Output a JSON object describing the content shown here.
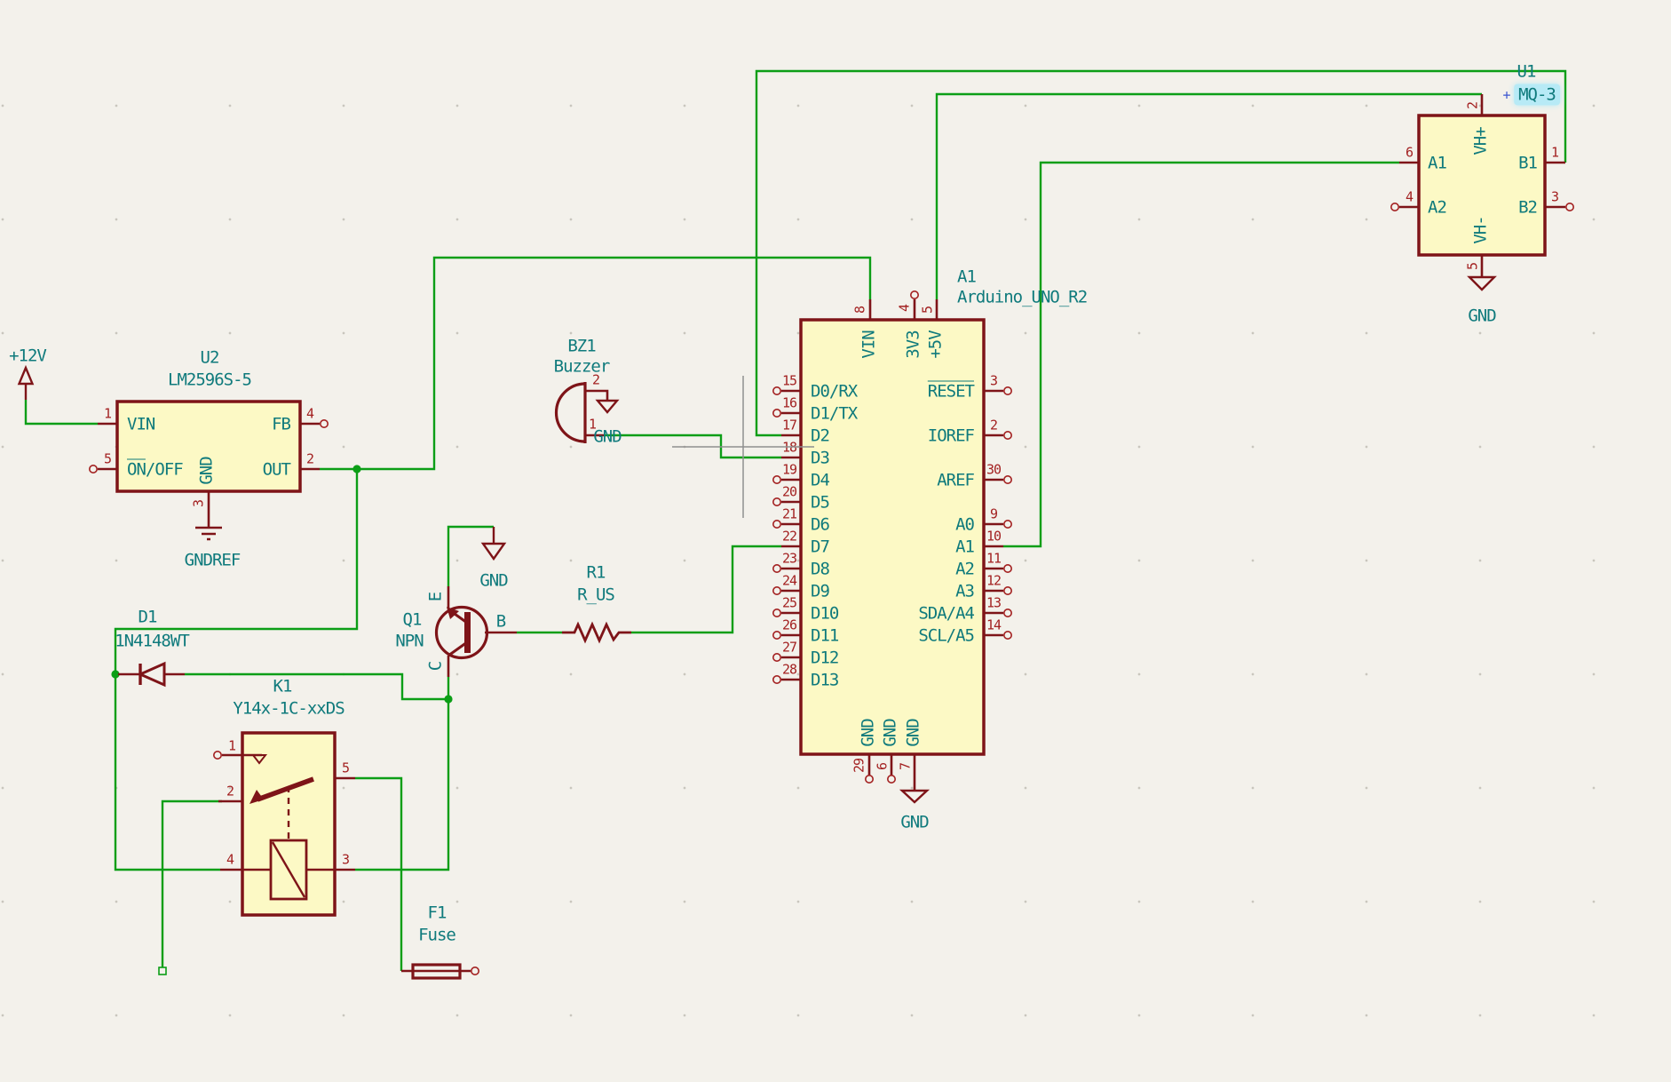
{
  "editor": {
    "anchor_glyph": "+"
  },
  "p12v": {
    "label": "+12V"
  },
  "u2": {
    "ref": "U2",
    "value": "LM2596S-5",
    "gnd_net": "GNDREF",
    "pin_vin_n": "1",
    "pin_vin": "VIN",
    "pin_onoff_n": "5",
    "pin_onoff_on": "ON",
    "pin_onoff_rest": "/OFF",
    "pin_fb_n": "4",
    "pin_fb": "FB",
    "pin_out_n": "2",
    "pin_out": "OUT",
    "pin_gnd_n": "3",
    "pin_gnd": "GND"
  },
  "bz1": {
    "ref": "BZ1",
    "value": "Buzzer",
    "pin2_n": "2",
    "pin1_n": "1",
    "gnd_net": "GND"
  },
  "q1": {
    "ref": "Q1",
    "value": "NPN",
    "e": "E",
    "b": "B",
    "c": "C",
    "gnd_net": "GND"
  },
  "r1": {
    "ref": "R1",
    "value": "R_US"
  },
  "d1": {
    "ref": "D1",
    "value": "1N4148WT"
  },
  "k1": {
    "ref": "K1",
    "value": "Y14x-1C-xxDS",
    "p1": "1",
    "p2": "2",
    "p3": "3",
    "p4": "4",
    "p5": "5"
  },
  "f1": {
    "ref": "F1",
    "value": "Fuse"
  },
  "a1": {
    "ref": "A1",
    "value": "Arduino_UNO_R2",
    "gnd_net": "GND",
    "top": [
      {
        "n": "8",
        "name": "VIN"
      },
      {
        "n": "4",
        "name": "3V3"
      },
      {
        "n": "5",
        "name": "+5V"
      }
    ],
    "left": [
      {
        "n": "15",
        "name": "D0/RX"
      },
      {
        "n": "16",
        "name": "D1/TX"
      },
      {
        "n": "17",
        "name": "D2"
      },
      {
        "n": "18",
        "name": "D3"
      },
      {
        "n": "19",
        "name": "D4"
      },
      {
        "n": "20",
        "name": "D5"
      },
      {
        "n": "21",
        "name": "D6"
      },
      {
        "n": "22",
        "name": "D7"
      },
      {
        "n": "23",
        "name": "D8"
      },
      {
        "n": "24",
        "name": "D9"
      },
      {
        "n": "25",
        "name": "D10"
      },
      {
        "n": "26",
        "name": "D11"
      },
      {
        "n": "27",
        "name": "D12"
      },
      {
        "n": "28",
        "name": "D13"
      }
    ],
    "right": [
      {
        "n": "3",
        "name": "RESET"
      },
      {
        "n": "2",
        "name": "IOREF"
      },
      {
        "n": "30",
        "name": "AREF"
      },
      {
        "n": "9",
        "name": "A0"
      },
      {
        "n": "10",
        "name": "A1"
      },
      {
        "n": "11",
        "name": "A2"
      },
      {
        "n": "12",
        "name": "A3"
      },
      {
        "n": "13",
        "name": "SDA/A4"
      },
      {
        "n": "14",
        "name": "SCL/A5"
      }
    ],
    "bottom": [
      {
        "n": "29",
        "name": "GND"
      },
      {
        "n": "6",
        "name": "GND"
      },
      {
        "n": "7",
        "name": "GND"
      }
    ]
  },
  "u1": {
    "ref": "U1",
    "value": "MQ-3",
    "gnd_net": "GND",
    "pin2_n": "2",
    "pin2": "VH+",
    "pin6_n": "6",
    "pin6": "A1",
    "pin4_n": "4",
    "pin4": "A2",
    "pin1_n": "1",
    "pin1": "B1",
    "pin3_n": "3",
    "pin3": "B2",
    "pin5_n": "5",
    "pin5": "VH-"
  },
  "colors": {
    "wire": "#0b9e16",
    "symbol_outline": "#7e1418",
    "symbol_fill": "#fcf9c5",
    "pin_number": "#a32121",
    "text": "#0f7a7c",
    "background": "#f3f1eb",
    "selection_highlight": "#b7eaf6"
  }
}
